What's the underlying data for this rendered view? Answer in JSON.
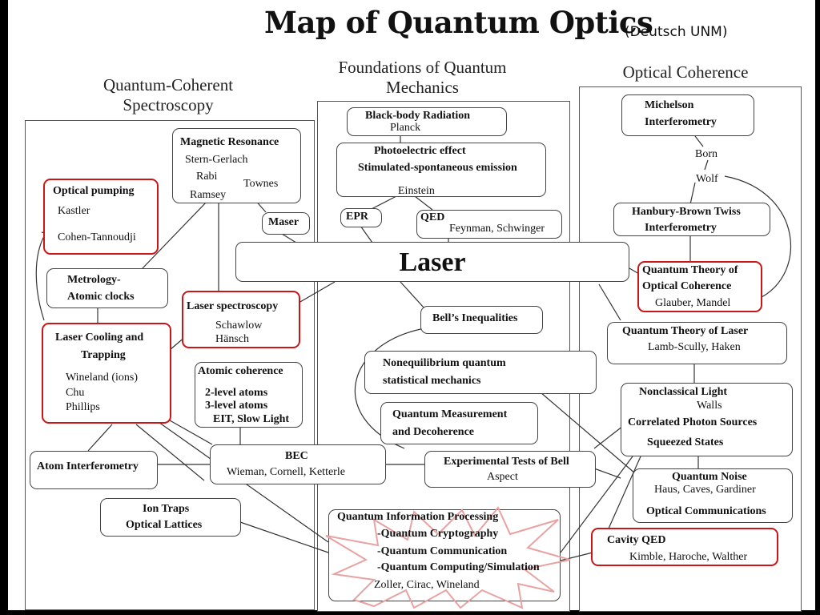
{
  "title": "Map of Quantum Optics",
  "credit": "(Deutsch UNM)",
  "columns": {
    "left": "Quantum-Coherent Spectroscopy",
    "middle": "Foundations of Quantum Mechanics",
    "right": "Optical Coherence"
  },
  "center": "Laser",
  "left": {
    "magnetic_resonance": {
      "title": "Magnetic Resonance",
      "names": [
        "Stern-Gerlach",
        "Rabi",
        "Townes",
        "Ramsey"
      ]
    },
    "optical_pumping": {
      "title": "Optical pumping",
      "names": [
        "Kastler",
        "Cohen-Tannoudji"
      ]
    },
    "maser": "Maser",
    "metrology": {
      "line1": "Metrology-",
      "line2": "Atomic clocks"
    },
    "laser_cooling": {
      "line1": "Laser Cooling and",
      "line2": "Trapping",
      "names": [
        "Wineland (ions)",
        "Chu",
        "Phillips"
      ]
    },
    "laser_spectroscopy": {
      "title": "Laser spectroscopy",
      "names": [
        "Schawlow",
        "Hänsch"
      ]
    },
    "atomic_coherence": {
      "title": "Atomic coherence",
      "items": [
        "2-level atoms",
        "3-level atoms",
        "EIT, Slow Light"
      ]
    },
    "atom_interferometry": "Atom Interferometry",
    "bec": {
      "title": "BEC",
      "names": "Wieman, Cornell, Ketterle"
    },
    "ion_traps": {
      "line1": "Ion Traps",
      "line2": "Optical Lattices"
    }
  },
  "middle": {
    "blackbody": {
      "title": "Black-body Radiation",
      "name": "Planck"
    },
    "photoelectric": {
      "line1": "Photoelectric effect",
      "line2": "Stimulated-spontaneous emission",
      "name": "Einstein"
    },
    "epr": "EPR",
    "qed": {
      "title": "QED",
      "names": "Feynman, Schwinger"
    },
    "bell_inequalities": "Bell’s Inequalities",
    "noneq": {
      "line1": "Nonequilibrium quantum",
      "line2": "statistical mechanics"
    },
    "measurement": {
      "line1": "Quantum Measurement",
      "line2": "and Decoherence"
    },
    "bell_tests": {
      "title": "Experimental Tests of Bell",
      "name": "Aspect"
    },
    "qip": {
      "title": "Quantum Information Processing",
      "items": [
        "-Quantum Cryptography",
        "-Quantum Communication",
        "-Quantum Computing/Simulation"
      ],
      "names": "Zoller, Cirac, Wineland"
    }
  },
  "right": {
    "michelson": {
      "line1": "Michelson",
      "line2": "Interferometry"
    },
    "born": "Born",
    "wolf": "Wolf",
    "hbt": {
      "line1": "Hanbury-Brown Twiss",
      "line2": "Interferometry"
    },
    "qtoc": {
      "line1": "Quantum Theory of",
      "line2": "Optical Coherence",
      "names": "Glauber, Mandel"
    },
    "qtl": {
      "title": "Quantum  Theory of Laser",
      "names": "Lamb-Scully,  Haken"
    },
    "nonclassical": {
      "title": "Nonclassical Light",
      "walls": "Walls",
      "line2": "Correlated Photon Sources",
      "line3": "Squeezed States"
    },
    "noise": {
      "title": "Quantum Noise",
      "names": "Haus,  Caves, Gardiner",
      "line3": "Optical  Communications"
    },
    "cavity": {
      "title": "Cavity QED",
      "names": "Kimble, Haroche, Walther"
    }
  },
  "colors": {
    "highlight": "#cc1515",
    "line": "#333333",
    "starburst": "#e8a2a2"
  }
}
